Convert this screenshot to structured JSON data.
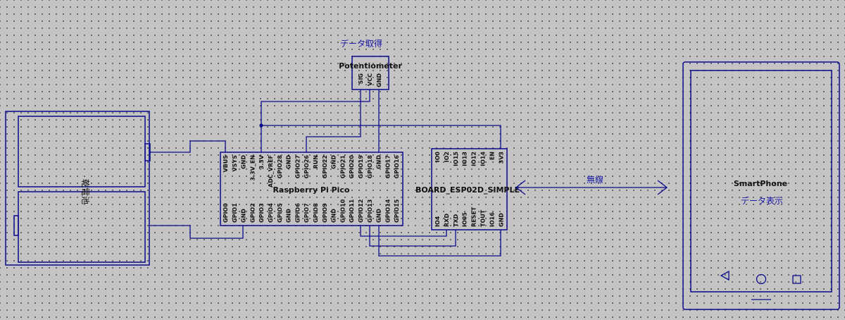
{
  "potentiometer": {
    "caption": "データ取得",
    "title": "Potentiometer",
    "pins": [
      "SIG",
      "VCC",
      "GND"
    ]
  },
  "battery": {
    "label": "乾電池"
  },
  "pico": {
    "title": "Raspberry Pi Pico",
    "top_pins": [
      "VBUS",
      "VSYS",
      "GND",
      "3.3V_EN",
      "3.3V",
      "ADC_VREF",
      "GPIO28",
      "GND",
      "GPIO27",
      "GPIO26",
      "RUN",
      "GPIO22",
      "GND",
      "GPIO21",
      "GPIO20",
      "GPIO19",
      "GPIO18",
      "GND",
      "GPIO17",
      "GPIO16"
    ],
    "bottom_pins": [
      "GPIO0",
      "GPIO1",
      "GND",
      "GPIO2",
      "GPIO3",
      "GPIO4",
      "GPIO5",
      "GND",
      "GPIO6",
      "GPIO7",
      "GPIO8",
      "GPIO9",
      "GND",
      "GPIO10",
      "GPIO11",
      "GPIO12",
      "GPIO13",
      "GND",
      "GPIO14",
      "GPIO15"
    ]
  },
  "esp": {
    "title": "BOARD_ESP02D_SIMPLE",
    "top_pins": [
      "IO0",
      "IO2",
      "IO15",
      "IO13",
      "IO12",
      "IO14",
      "EN",
      "3V3"
    ],
    "bottom_pins": [
      "IO4",
      "RXD",
      "TXD",
      "IO05",
      "RESET",
      "TOUT",
      "IO16",
      "GND"
    ]
  },
  "wireless": {
    "label": "無線"
  },
  "smartphone": {
    "title": "SmartPhone",
    "subtitle": "データ表示",
    "nav_icons": [
      "back-triangle-icon",
      "home-circle-icon",
      "recent-square-icon"
    ]
  },
  "colors": {
    "wire": "#0a0a8c",
    "text_blue": "#1a1aa8",
    "background": "#c4c4c4",
    "grid_dot": "#5a5a5a"
  }
}
